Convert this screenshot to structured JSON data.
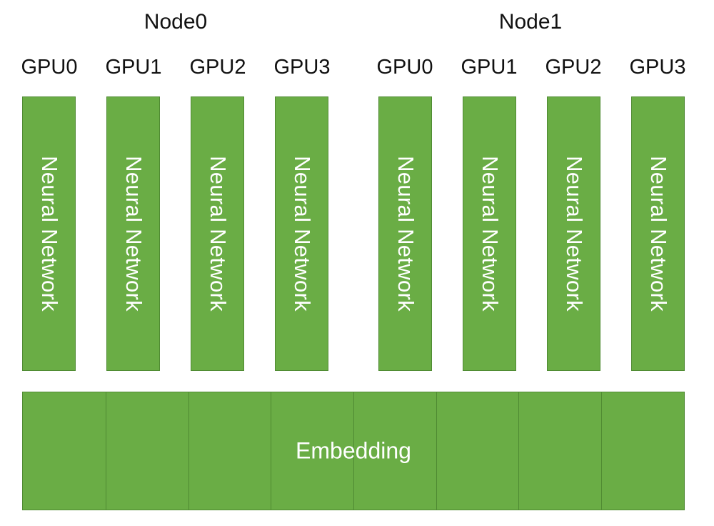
{
  "nodes": [
    {
      "label": "Node0",
      "gpus": [
        {
          "label": "GPU0",
          "box_text": "Neural Network"
        },
        {
          "label": "GPU1",
          "box_text": "Neural Network"
        },
        {
          "label": "GPU2",
          "box_text": "Neural Network"
        },
        {
          "label": "GPU3",
          "box_text": "Neural Network"
        }
      ]
    },
    {
      "label": "Node1",
      "gpus": [
        {
          "label": "GPU0",
          "box_text": "Neural Network"
        },
        {
          "label": "GPU1",
          "box_text": "Neural Network"
        },
        {
          "label": "GPU2",
          "box_text": "Neural Network"
        },
        {
          "label": "GPU3",
          "box_text": "Neural Network"
        }
      ]
    }
  ],
  "embedding": {
    "label": "Embedding",
    "segments": 8
  },
  "colors": {
    "box_fill": "#6aad45",
    "box_border": "#4f8a32",
    "text_on_box": "#ffffff",
    "text": "#111111"
  }
}
